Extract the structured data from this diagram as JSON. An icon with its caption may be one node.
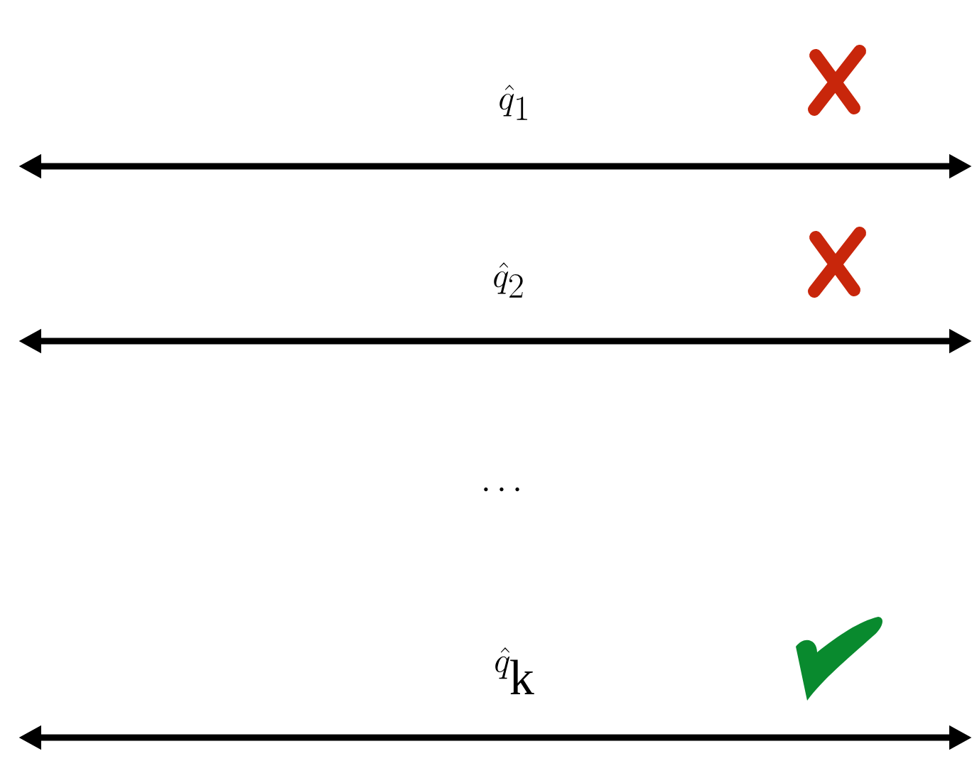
{
  "diagram": {
    "labels": [
      "\\hat{q}_1",
      "\\hat{q}_2",
      "\\cdots",
      "\\hat{q}_{\\mathrm{k}}"
    ]
  }
}
